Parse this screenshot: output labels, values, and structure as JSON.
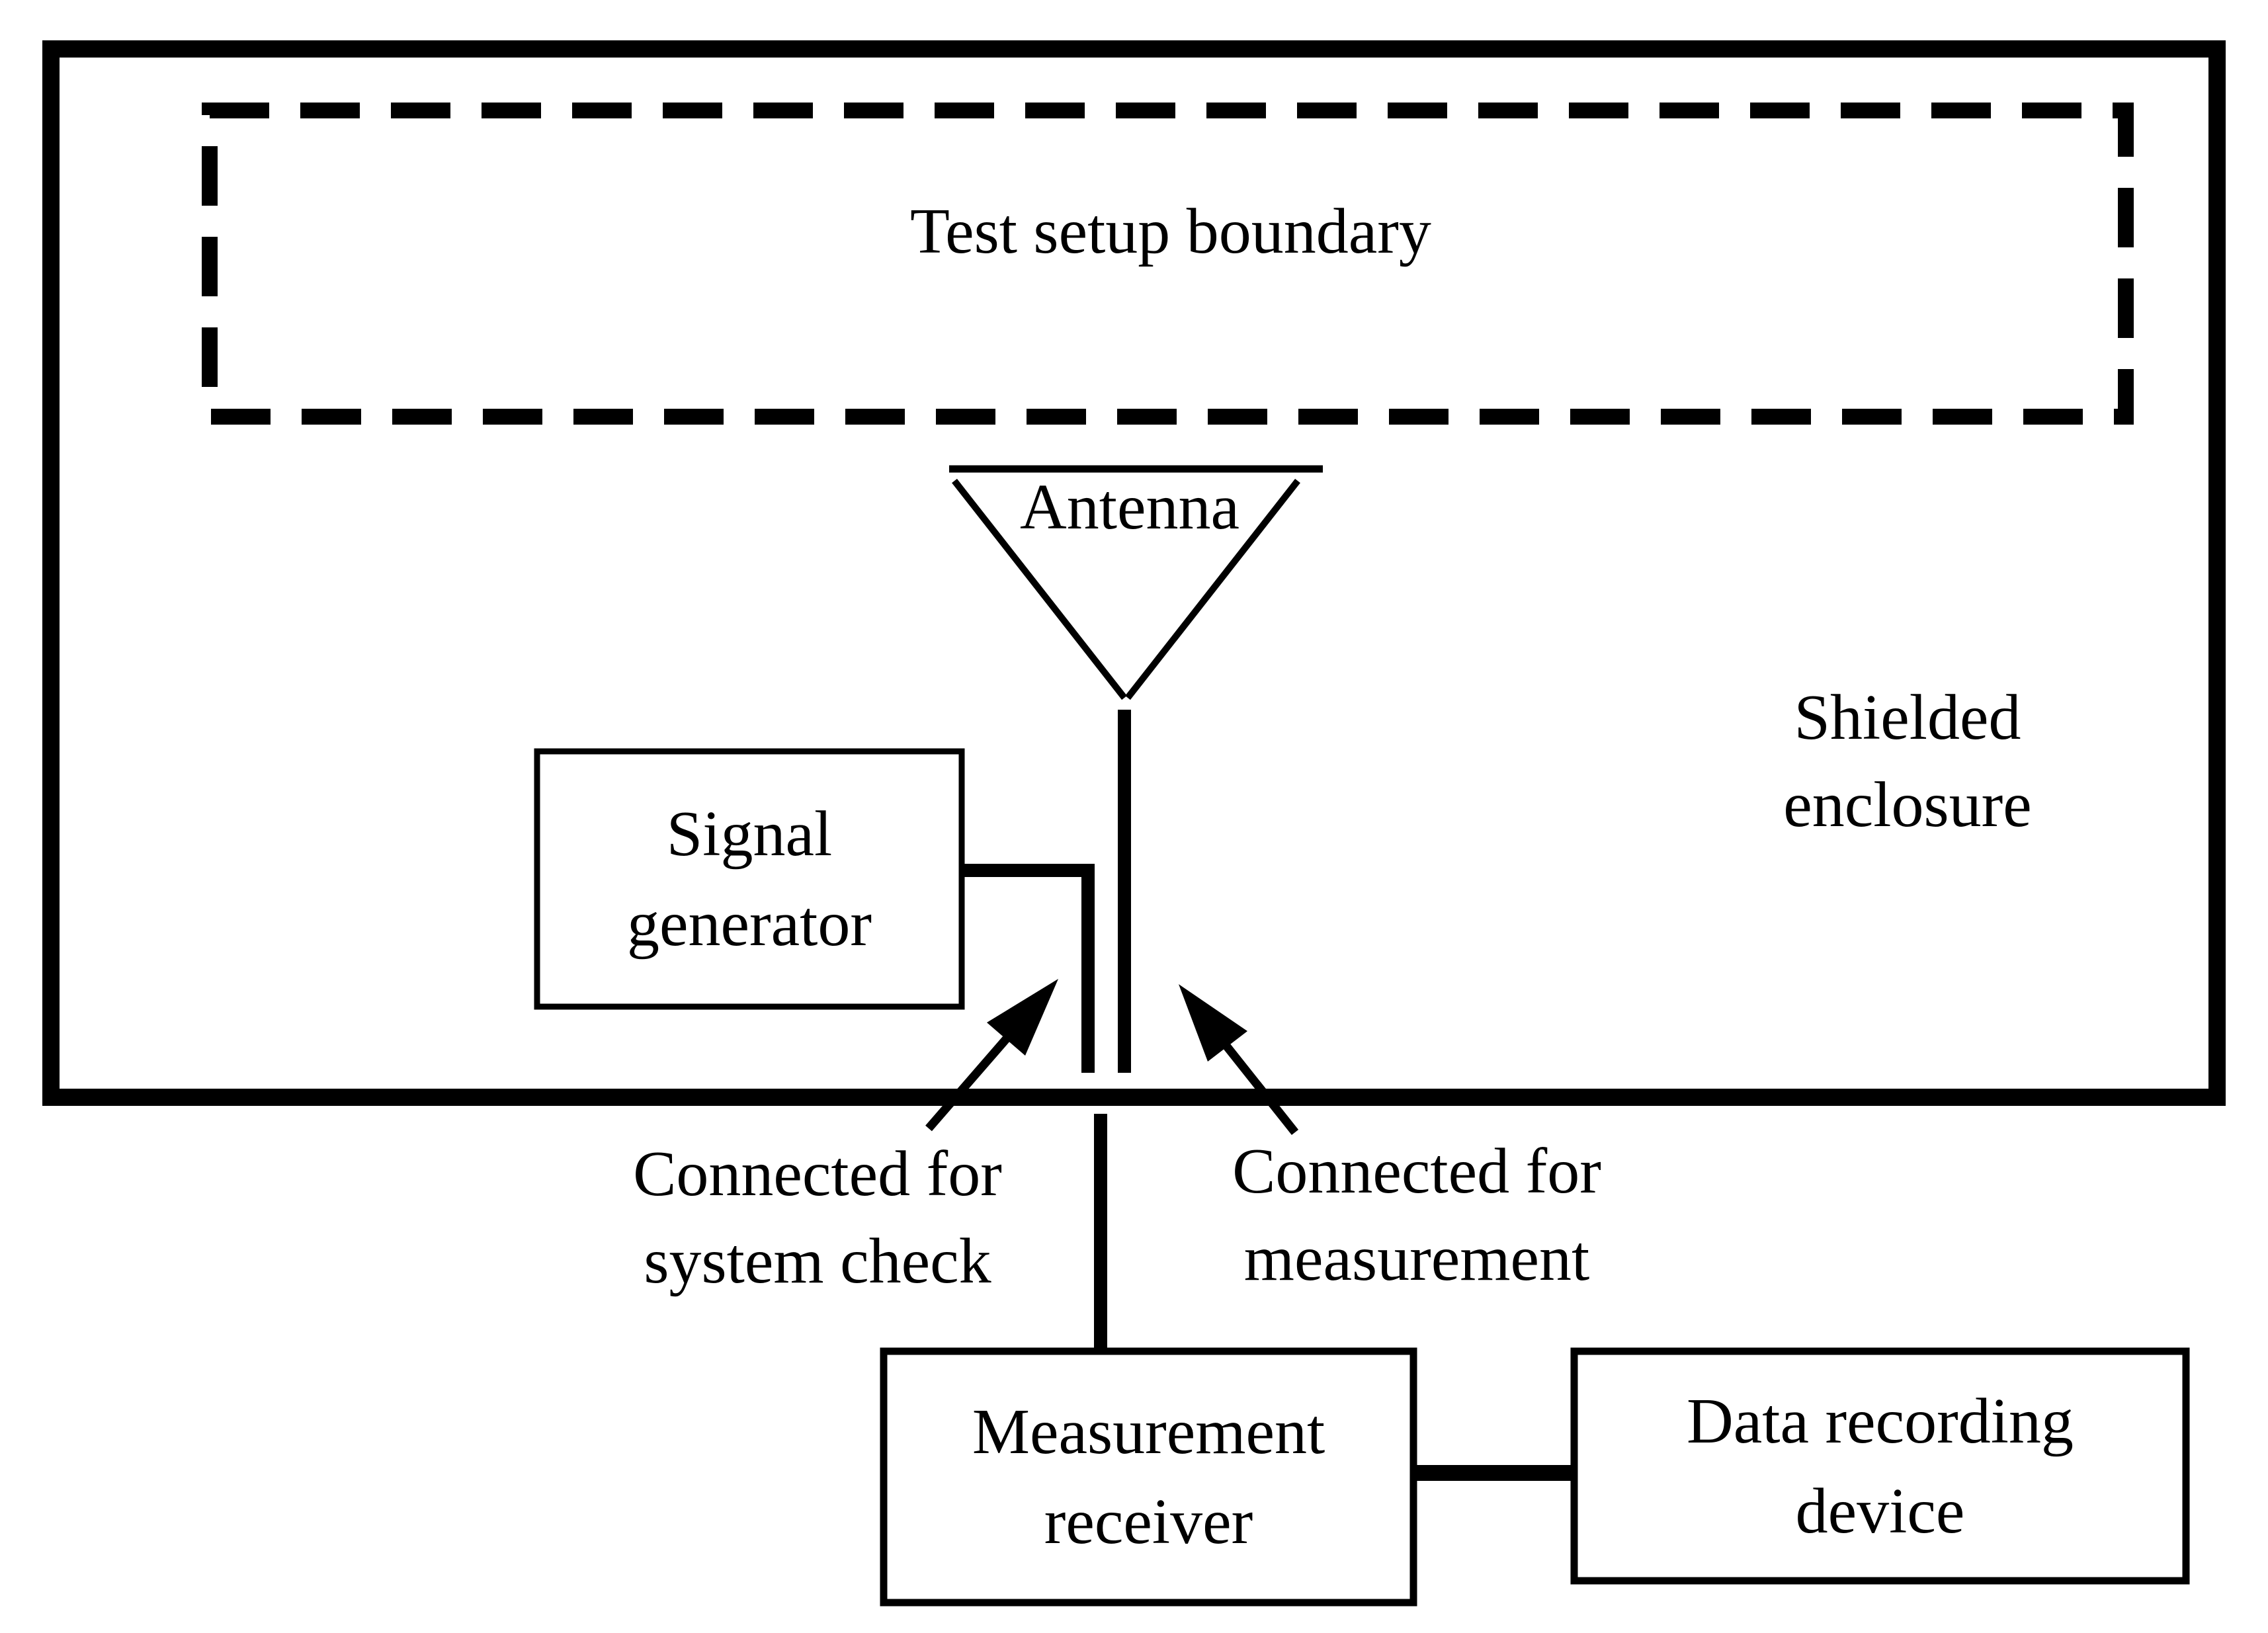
{
  "diagram": {
    "test_boundary_label": "Test setup boundary",
    "antenna_label": "Antenna",
    "signal_generator": {
      "line1": "Signal",
      "line2": "generator"
    },
    "shielded_enclosure": {
      "line1": "Shielded",
      "line2": "enclosure"
    },
    "system_check_note": {
      "line1": "Connected for",
      "line2": "system check"
    },
    "measurement_note": {
      "line1": "Connected for",
      "line2": "measurement"
    },
    "measurement_receiver": {
      "line1": "Measurement",
      "line2": "receiver"
    },
    "data_recording_device": {
      "line1": "Data recording",
      "line2": "device"
    },
    "colors": {
      "ink": "#000000",
      "background": "#ffffff"
    }
  }
}
